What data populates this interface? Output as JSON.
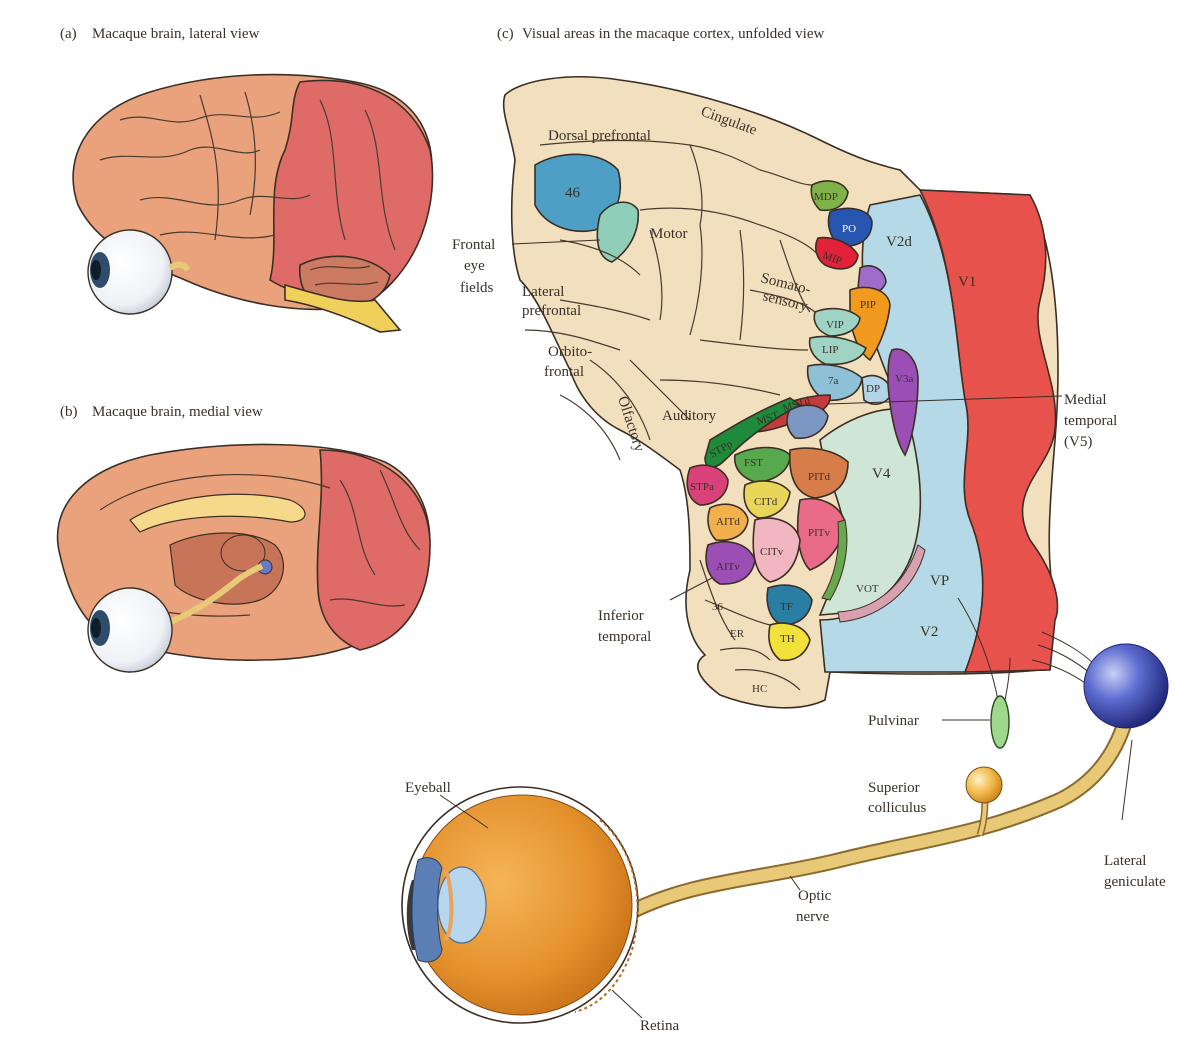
{
  "panels": {
    "a": {
      "letter": "(a)",
      "title": "Macaque brain, lateral view"
    },
    "b": {
      "letter": "(b)",
      "title": "Macaque brain, medial view"
    },
    "c": {
      "letter": "(c)",
      "title": "Visual areas in the macaque cortex, unfolded view"
    }
  },
  "regions": {
    "dorsal_prefrontal": "Dorsal prefrontal",
    "cingulate": "Cingulate",
    "area_46": "46",
    "motor": "Motor",
    "somatosensory_1": "Somato-",
    "somatosensory_2": "sensory",
    "lateral_prefrontal_1": "Lateral",
    "lateral_prefrontal_2": "prefrontal",
    "orbitofrontal_1": "Orbito-",
    "orbitofrontal_2": "frontal",
    "olfactory": "Olfactory",
    "auditory": "Auditory",
    "mdp": "MDP",
    "po": "PO",
    "mip": "MIP",
    "v2d": "V2d",
    "v1": "V1",
    "pip": "PIP",
    "vip": "VIP",
    "lip": "LIP",
    "a7a": "7a",
    "dp": "DP",
    "v3a": "V3a",
    "mst": "MST",
    "mstd": "MSTd",
    "stpp": "STPp",
    "fst": "FST",
    "stpa": "STPa",
    "pitd": "PITd",
    "v4": "V4",
    "citd": "CITd",
    "aitd": "AITd",
    "pitv": "PITv",
    "citv": "CITv",
    "aitv": "AITv",
    "vot": "VOT",
    "vp": "VP",
    "v2": "V2",
    "a36": "36",
    "tf": "TF",
    "er": "ER",
    "th": "TH",
    "hc": "HC"
  },
  "callouts": {
    "frontal_eye_fields": [
      "Frontal",
      "eye",
      "fields"
    ],
    "medial_temporal": [
      "Medial",
      "temporal",
      "(V5)"
    ],
    "inferior_temporal": [
      "Inferior",
      "temporal"
    ],
    "pulvinar": "Pulvinar",
    "superior_colliculus": [
      "Superior",
      "colliculus"
    ],
    "lateral_geniculate": [
      "Lateral",
      "geniculate"
    ],
    "eyeball": "Eyeball",
    "optic_nerve": [
      "Optic",
      "nerve"
    ],
    "retina": "Retina"
  },
  "colors": {
    "cortex_tan": "#f2dfbd",
    "brain_orange": "#eaa27c",
    "occipital_red": "#df6b68",
    "v1_red": "#e8524c",
    "v2_blue": "#b5d9e6",
    "v4_mint": "#cfe6d6",
    "area46_blue": "#4d9fc6",
    "fef_teal": "#8fcfb9",
    "po_blue": "#2656b0",
    "mip_red": "#e3213a",
    "mst_green": "#1f8a3b",
    "pitd_brown": "#d67d4a",
    "stpa_pink": "#d9417a",
    "aitv_purple": "#9b4fb4",
    "tf_blue": "#2a7ea3",
    "th_yellow": "#f2e13a",
    "lgn_blue": "#3f4fb0",
    "nerve_yellow": "#e7c977",
    "eyeball_orange": "#e89a3a"
  }
}
